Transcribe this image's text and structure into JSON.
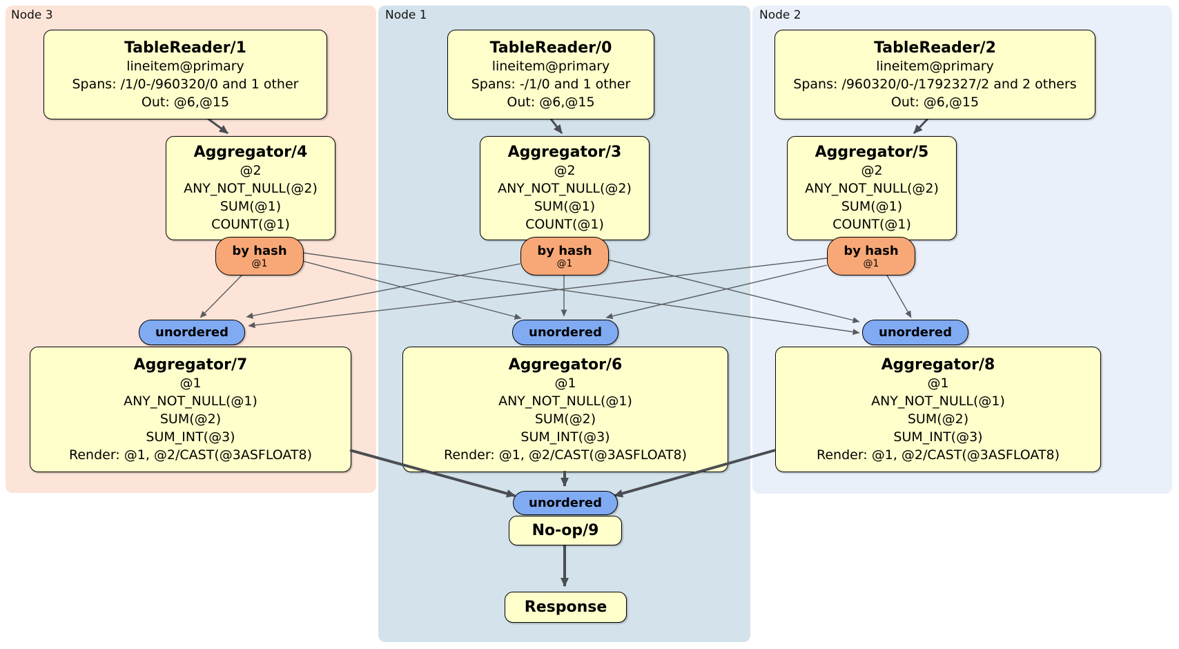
{
  "colors": {
    "panel_node3": "#fde4d8",
    "panel_node1": "#d3e2eb",
    "panel_node2": "#eaf0fa",
    "box_fill": "#ffffcc",
    "box_border": "#000000",
    "router_fill": "#f8a877",
    "sync_fill": "#80aaf2",
    "edge_thick": "#4a4e52",
    "edge_thin": "#585c60"
  },
  "panels": {
    "node3": {
      "label": "Node 3"
    },
    "node1": {
      "label": "Node 1"
    },
    "node2": {
      "label": "Node 2"
    }
  },
  "processors": {
    "tr1": {
      "title": "TableReader/1",
      "lines": [
        "lineitem@primary",
        "Spans: /1/0-/960320/0 and 1 other",
        "Out: @6,@15"
      ]
    },
    "tr0": {
      "title": "TableReader/0",
      "lines": [
        "lineitem@primary",
        "Spans: -/1/0 and 1 other",
        "Out: @6,@15"
      ]
    },
    "tr2": {
      "title": "TableReader/2",
      "lines": [
        "lineitem@primary",
        "Spans: /960320/0-/1792327/2 and 2 others",
        "Out: @6,@15"
      ]
    },
    "agg4": {
      "title": "Aggregator/4",
      "lines": [
        "@2",
        "ANY_NOT_NULL(@2)",
        "SUM(@1)",
        "COUNT(@1)"
      ]
    },
    "agg3": {
      "title": "Aggregator/3",
      "lines": [
        "@2",
        "ANY_NOT_NULL(@2)",
        "SUM(@1)",
        "COUNT(@1)"
      ]
    },
    "agg5": {
      "title": "Aggregator/5",
      "lines": [
        "@2",
        "ANY_NOT_NULL(@2)",
        "SUM(@1)",
        "COUNT(@1)"
      ]
    },
    "agg7": {
      "title": "Aggregator/7",
      "lines": [
        "@1",
        "ANY_NOT_NULL(@1)",
        "SUM(@2)",
        "SUM_INT(@3)",
        "Render: @1, @2/CAST(@3ASFLOAT8)"
      ]
    },
    "agg6": {
      "title": "Aggregator/6",
      "lines": [
        "@1",
        "ANY_NOT_NULL(@1)",
        "SUM(@2)",
        "SUM_INT(@3)",
        "Render: @1, @2/CAST(@3ASFLOAT8)"
      ]
    },
    "agg8": {
      "title": "Aggregator/8",
      "lines": [
        "@1",
        "ANY_NOT_NULL(@1)",
        "SUM(@2)",
        "SUM_INT(@3)",
        "Render: @1, @2/CAST(@3ASFLOAT8)"
      ]
    },
    "noop": {
      "title": "No-op/9"
    },
    "response": {
      "title": "Response"
    }
  },
  "routers": {
    "left": {
      "label": "by hash",
      "detail": "@1"
    },
    "mid": {
      "label": "by hash",
      "detail": "@1"
    },
    "right": {
      "label": "by hash",
      "detail": "@1"
    }
  },
  "syncs": {
    "left": {
      "label": "unordered"
    },
    "mid": {
      "label": "unordered"
    },
    "right": {
      "label": "unordered"
    },
    "final": {
      "label": "unordered"
    }
  }
}
